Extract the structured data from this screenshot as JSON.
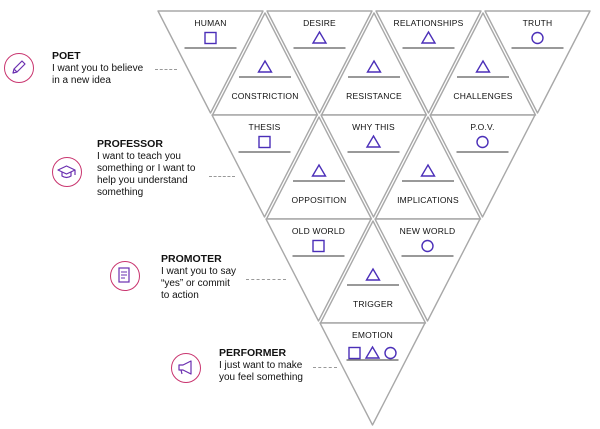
{
  "personas": [
    {
      "name": "POET",
      "lines": [
        "I want you to believe",
        "in a new idea"
      ],
      "icon": "pencil-icon"
    },
    {
      "name": "PROFESSOR",
      "lines": [
        "I want to teach you",
        "something or I want to",
        "help you understand",
        "something"
      ],
      "icon": "graduation-cap-icon"
    },
    {
      "name": "PROMOTER",
      "lines": [
        "I want you to say",
        "“yes” or commit",
        "to action"
      ],
      "icon": "checklist-icon"
    },
    {
      "name": "PERFORMER",
      "lines": [
        "I just want to make",
        "you feel something"
      ],
      "icon": "megaphone-icon"
    }
  ],
  "triangles": [
    {
      "label": "HUMAN",
      "symbol": "square"
    },
    {
      "label": "DESIRE",
      "symbol": "triangle"
    },
    {
      "label": "RELATIONSHIPS",
      "symbol": "triangle"
    },
    {
      "label": "TRUTH",
      "symbol": "circle"
    },
    {
      "label": "CONSTRICTION",
      "symbol": "triangle"
    },
    {
      "label": "RESISTANCE",
      "symbol": "triangle"
    },
    {
      "label": "CHALLENGES",
      "symbol": "triangle"
    },
    {
      "label": "THESIS",
      "symbol": "square"
    },
    {
      "label": "WHY THIS",
      "symbol": "triangle"
    },
    {
      "label": "P.O.V.",
      "symbol": "circle"
    },
    {
      "label": "OPPOSITION",
      "symbol": "triangle"
    },
    {
      "label": "IMPLICATIONS",
      "symbol": "triangle"
    },
    {
      "label": "OLD WORLD",
      "symbol": "square"
    },
    {
      "label": "NEW WORLD",
      "symbol": "circle"
    },
    {
      "label": "TRIGGER",
      "symbol": "triangle"
    },
    {
      "label": "EMOTION",
      "symbol": "square-triangle-circle"
    }
  ],
  "colors": {
    "symbol": "#4b2fb8",
    "icon_ring": "#c9356f",
    "triangle_stroke": "#a8a8a8"
  }
}
